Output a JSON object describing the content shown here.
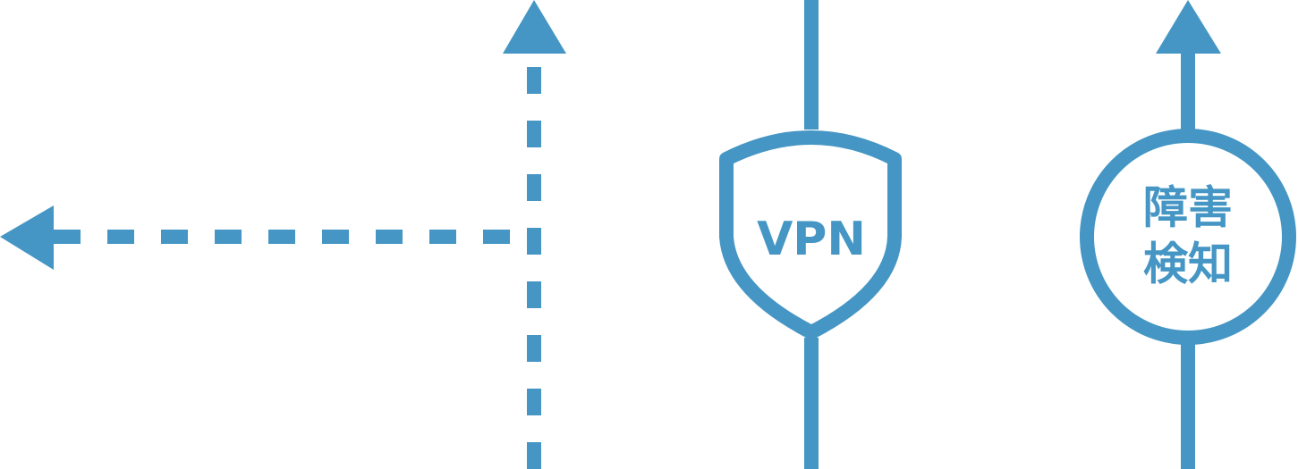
{
  "colors": {
    "stroke": "#4596c4",
    "background": "#ffffff"
  },
  "symbols": [
    {
      "name": "dashed-arrow-left",
      "icon": "dashed-left-arrow-icon"
    },
    {
      "name": "dashed-arrow-up",
      "icon": "dashed-up-arrow-icon"
    },
    {
      "name": "vpn",
      "icon": "shield-icon",
      "label": "VPN"
    },
    {
      "name": "fault-detection",
      "icon": "circle-icon",
      "label_lines": [
        "障害",
        "検知"
      ]
    }
  ]
}
